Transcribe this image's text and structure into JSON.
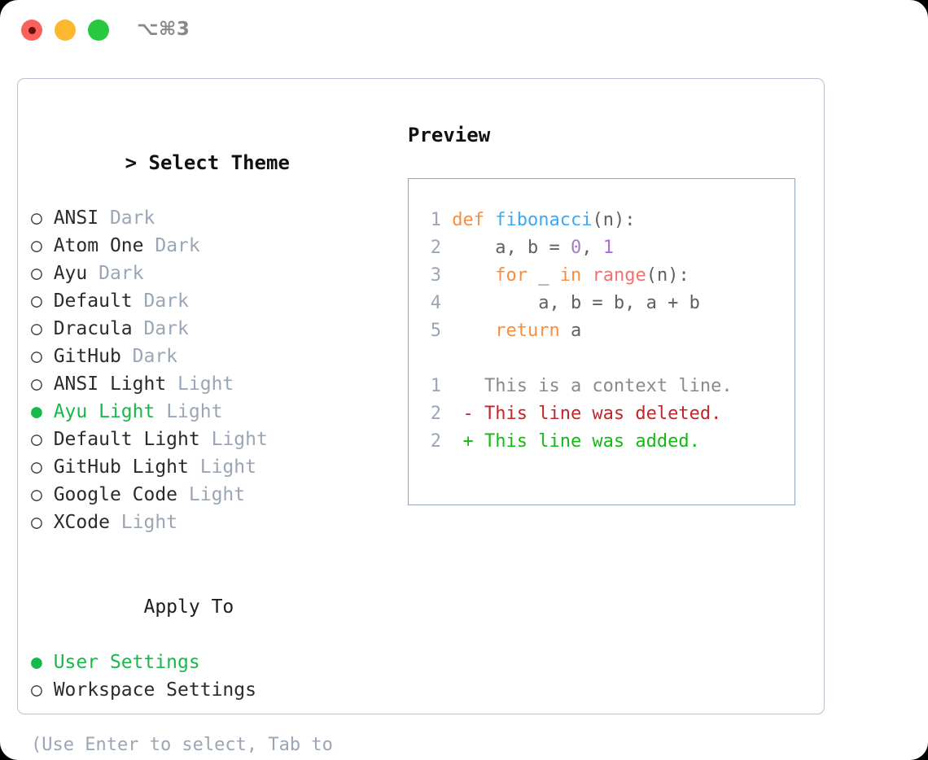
{
  "titlebar": {
    "shortcut": "⌥⌘3",
    "lights": [
      "close-red",
      "minimize-yellow",
      "zoom-green"
    ]
  },
  "theme_section": {
    "prefix": "> ",
    "title": "Select Theme",
    "focused": true,
    "bullet_unselected": "○",
    "bullet_selected": "●",
    "options": [
      {
        "label": "ANSI",
        "tag": "Dark",
        "selected": false
      },
      {
        "label": "Atom One",
        "tag": "Dark",
        "selected": false
      },
      {
        "label": "Ayu",
        "tag": "Dark",
        "selected": false
      },
      {
        "label": "Default",
        "tag": "Dark",
        "selected": false
      },
      {
        "label": "Dracula",
        "tag": "Dark",
        "selected": false
      },
      {
        "label": "GitHub",
        "tag": "Dark",
        "selected": false
      },
      {
        "label": "ANSI Light",
        "tag": "Light",
        "selected": false
      },
      {
        "label": "Ayu Light",
        "tag": "Light",
        "selected": true
      },
      {
        "label": "Default Light",
        "tag": "Light",
        "selected": false
      },
      {
        "label": "GitHub Light",
        "tag": "Light",
        "selected": false
      },
      {
        "label": "Google Code",
        "tag": "Light",
        "selected": false
      },
      {
        "label": "XCode",
        "tag": "Light",
        "selected": false
      }
    ]
  },
  "apply_section": {
    "title": "Apply To",
    "indent": "  ",
    "options": [
      {
        "label": "User Settings",
        "selected": true
      },
      {
        "label": "Workspace Settings",
        "selected": false
      }
    ]
  },
  "hint": "(Use Enter to select, Tab to change focus)",
  "preview": {
    "title": "Preview",
    "code_lines": [
      {
        "n": "1",
        "tokens": [
          {
            "t": "def",
            "c": "kw"
          },
          {
            "t": " ",
            "c": "plain"
          },
          {
            "t": "fibonacci",
            "c": "fn"
          },
          {
            "t": "(n):",
            "c": "plain"
          }
        ]
      },
      {
        "n": "2",
        "tokens": [
          {
            "t": "    a, b = ",
            "c": "plain"
          },
          {
            "t": "0",
            "c": "num"
          },
          {
            "t": ", ",
            "c": "plain"
          },
          {
            "t": "1",
            "c": "num2"
          }
        ]
      },
      {
        "n": "3",
        "tokens": [
          {
            "t": "    ",
            "c": "plain"
          },
          {
            "t": "for",
            "c": "kw"
          },
          {
            "t": " _ ",
            "c": "plain"
          },
          {
            "t": "in",
            "c": "kw"
          },
          {
            "t": " ",
            "c": "plain"
          },
          {
            "t": "range",
            "c": "bi"
          },
          {
            "t": "(n):",
            "c": "plain"
          }
        ]
      },
      {
        "n": "4",
        "tokens": [
          {
            "t": "        a, b = b, a + b",
            "c": "plain"
          }
        ]
      },
      {
        "n": "5",
        "tokens": [
          {
            "t": "    ",
            "c": "plain"
          },
          {
            "t": "return",
            "c": "kw"
          },
          {
            "t": " a",
            "c": "plain"
          }
        ]
      }
    ],
    "diff_lines": [
      {
        "n": "1",
        "marker": " ",
        "text": "This is a context line.",
        "kind": "ctx"
      },
      {
        "n": "2",
        "marker": "-",
        "text": "This line was deleted.",
        "kind": "del"
      },
      {
        "n": "2",
        "marker": "+",
        "text": "This line was added.",
        "kind": "add"
      }
    ]
  },
  "colors": {
    "accent_green": "#16b94a",
    "muted": "#9aa6b6",
    "border": "#94a3b8",
    "panel_border": "#b9c2ce",
    "kw_orange": "#fa8d3e",
    "fn_blue": "#3ba9f5",
    "num_purple": "#a37acc",
    "builtin_red": "#f07171",
    "diff_del": "#c0262a",
    "diff_add": "#16b914"
  }
}
